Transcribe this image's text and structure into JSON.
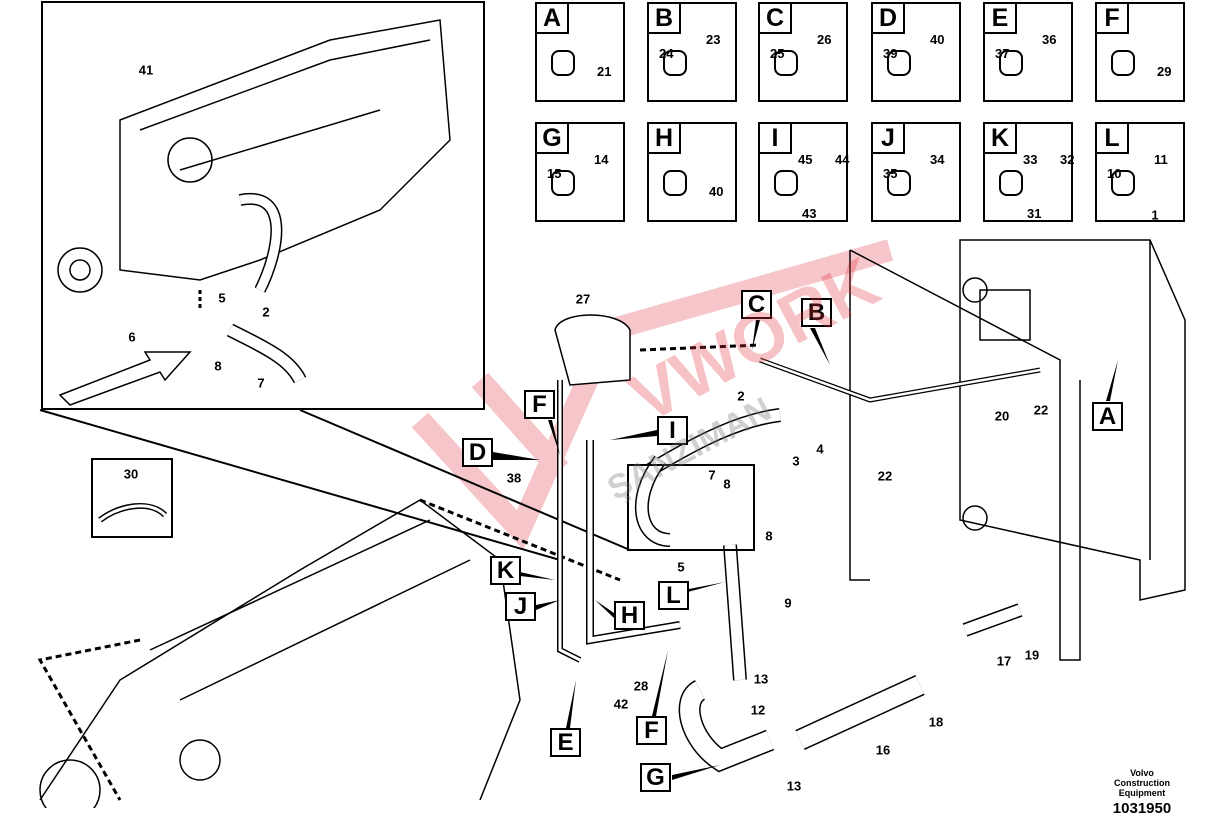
{
  "watermark": {
    "brand": "VWORK",
    "sub": "ŞANZIMAN",
    "color": "#e0343f"
  },
  "kits": [
    {
      "letter": "A",
      "parts": [
        "21"
      ]
    },
    {
      "letter": "B",
      "parts": [
        "24",
        "23"
      ]
    },
    {
      "letter": "C",
      "parts": [
        "25",
        "26"
      ]
    },
    {
      "letter": "D",
      "parts": [
        "39",
        "40"
      ]
    },
    {
      "letter": "E",
      "parts": [
        "37",
        "36"
      ]
    },
    {
      "letter": "F",
      "parts": [
        "29"
      ]
    },
    {
      "letter": "G",
      "parts": [
        "15",
        "14"
      ]
    },
    {
      "letter": "H",
      "parts": [
        "40"
      ]
    },
    {
      "letter": "I",
      "parts": [
        "45",
        "44",
        "43"
      ]
    },
    {
      "letter": "J",
      "parts": [
        "35",
        "34"
      ]
    },
    {
      "letter": "K",
      "parts": [
        "33",
        "32",
        "31"
      ]
    },
    {
      "letter": "L",
      "parts": [
        "10",
        "11"
      ]
    }
  ],
  "callouts": [
    "41",
    "5",
    "2",
    "6",
    "8",
    "7",
    "30",
    "27",
    "2",
    "3",
    "4",
    "1",
    "20",
    "22",
    "22",
    "38",
    "7",
    "8",
    "5",
    "8",
    "9",
    "13",
    "12",
    "13",
    "16",
    "18",
    "17",
    "19",
    "28",
    "42"
  ],
  "letter_callouts": [
    "C",
    "B",
    "A",
    "F",
    "D",
    "I",
    "K",
    "J",
    "H",
    "L",
    "E",
    "F",
    "G"
  ],
  "footer": {
    "maker": "Volvo Construction Equipment",
    "doc_number": "1031950"
  }
}
